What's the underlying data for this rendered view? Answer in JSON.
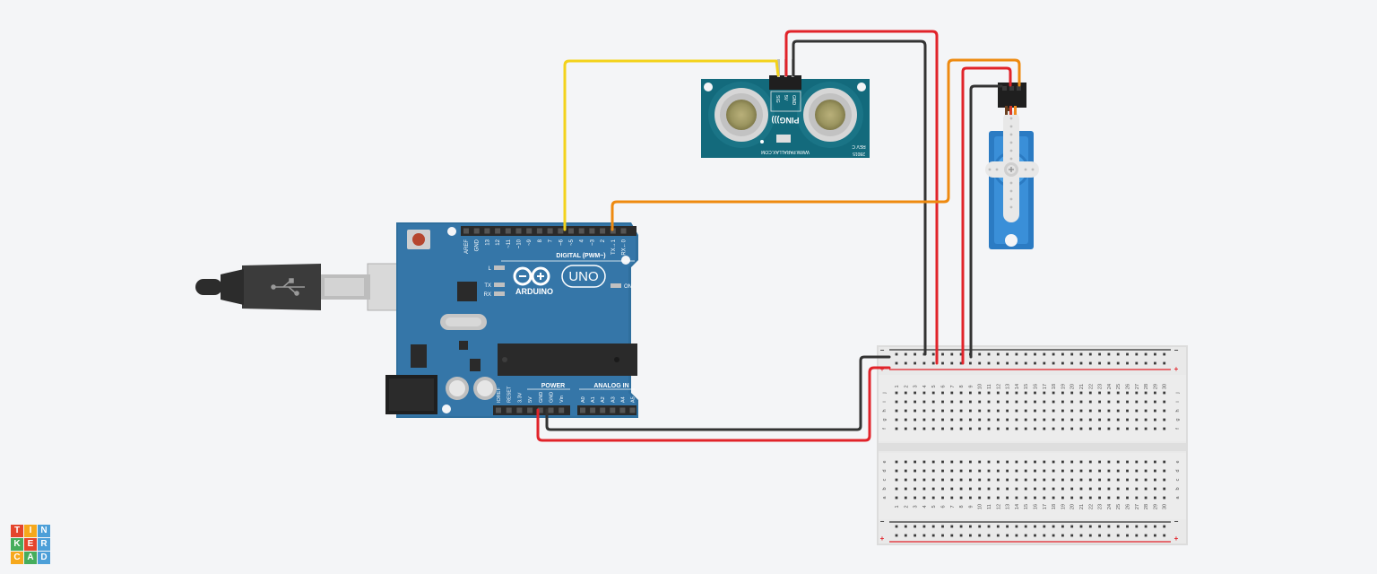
{
  "logo": {
    "letters": [
      "T",
      "I",
      "N",
      "K",
      "E",
      "R",
      "C",
      "A",
      "D"
    ],
    "colors": [
      "#e4452c",
      "#f6a81c",
      "#4c9fd8",
      "#46ad5c",
      "#e4452c",
      "#4c9fd8",
      "#f6a81c",
      "#46ad5c",
      "#4c9fd8"
    ]
  },
  "arduino": {
    "brand": "ARDUINO",
    "model": "UNO",
    "digital_label": "DIGITAL (PWM~)",
    "power_label": "POWER",
    "analog_label": "ANALOG IN",
    "on_label": "ON",
    "l_label": "L",
    "tx_label": "TX",
    "rx_label": "RX",
    "digital_pins": [
      "AREF",
      "GND",
      "13",
      "12",
      "~11",
      "~10",
      "~9",
      "8",
      "7",
      "~6",
      "~5",
      "4",
      "~3",
      "2",
      "TX→1",
      "RX←0"
    ],
    "power_pins": [
      "IOREF",
      "RESET",
      "3.3V",
      "5V",
      "GND",
      "GND",
      "Vin"
    ],
    "analog_pins": [
      "A0",
      "A1",
      "A2",
      "A3",
      "A4",
      "A5"
    ],
    "chip_label": "",
    "crystal_label": ""
  },
  "sensor": {
    "name": "PING)))",
    "pins": [
      "SIG",
      "5V",
      "GND"
    ],
    "url": "WWW.PARALLAX.COM",
    "part": "28015",
    "rev": "REV C"
  },
  "breadboard": {
    "rail_minus": "−",
    "rail_plus": "+",
    "rows_top": [
      "j",
      "i",
      "h",
      "g",
      "f"
    ],
    "rows_bottom": [
      "e",
      "d",
      "c",
      "b",
      "a"
    ],
    "columns": [
      "1",
      "2",
      "3",
      "4",
      "5",
      "6",
      "7",
      "8",
      "9",
      "10",
      "11",
      "12",
      "13",
      "14",
      "15",
      "16",
      "17",
      "18",
      "19",
      "20",
      "21",
      "22",
      "23",
      "24",
      "25",
      "26",
      "27",
      "28",
      "29",
      "30"
    ]
  },
  "wire_colors": {
    "red": "#e1232a",
    "black": "#333333",
    "yellow": "#f3d21b",
    "orange": "#ee8a10"
  }
}
